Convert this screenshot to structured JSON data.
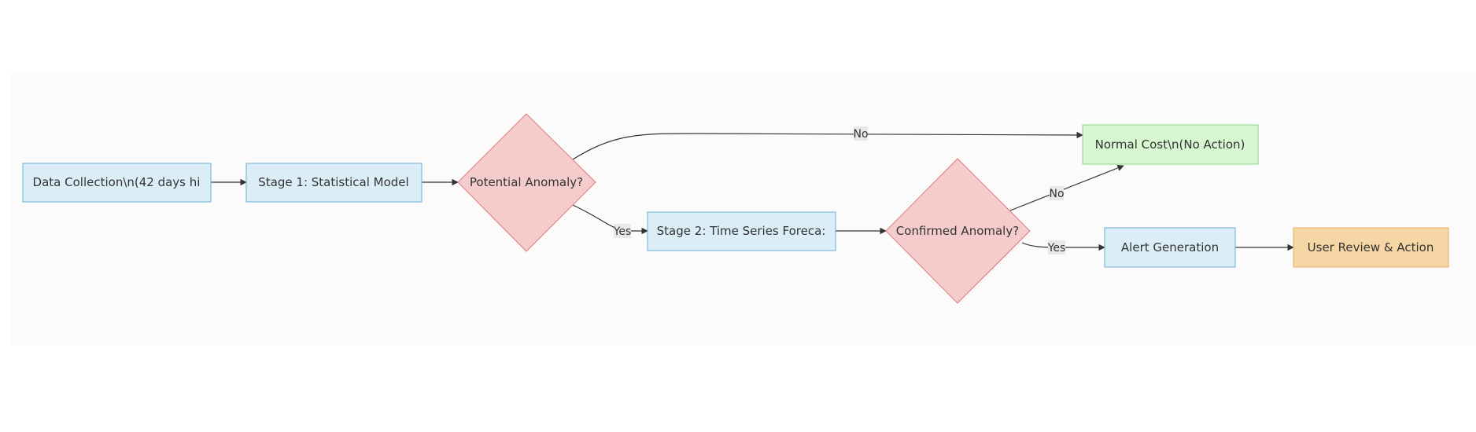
{
  "diagram": {
    "background": "#fbfbfb",
    "nodes": {
      "data_collection": {
        "label": "Data Collection\\n(42 days hi",
        "shape": "rect",
        "fill": "#dbeef7",
        "stroke": "#6aaed6"
      },
      "stage1": {
        "label": "Stage 1: Statistical Model",
        "shape": "rect",
        "fill": "#dbeef7",
        "stroke": "#6aaed6"
      },
      "potential_anomaly": {
        "label": "Potential Anomaly?",
        "shape": "diamond",
        "fill": "#f5cccc",
        "stroke": "#e07a7a"
      },
      "stage2": {
        "label": "Stage 2: Time Series Foreca:",
        "shape": "rect",
        "fill": "#dbeef7",
        "stroke": "#6aaed6"
      },
      "confirmed_anomaly": {
        "label": "Confirmed Anomaly?",
        "shape": "diamond",
        "fill": "#f5cccc",
        "stroke": "#e07a7a"
      },
      "normal_cost": {
        "label": "Normal Cost\\n(No Action)",
        "shape": "rect",
        "fill": "#d6f7cf",
        "stroke": "#8fd18a"
      },
      "alert_generation": {
        "label": "Alert Generation",
        "shape": "rect",
        "fill": "#dbeef7",
        "stroke": "#6aaed6"
      },
      "user_review": {
        "label": "User Review & Action",
        "shape": "rect",
        "fill": "#f7d6a6",
        "stroke": "#e3ad63"
      }
    },
    "edges": {
      "data_to_stage1": {
        "from": "data_collection",
        "to": "stage1",
        "label": ""
      },
      "stage1_to_potential": {
        "from": "stage1",
        "to": "potential_anomaly",
        "label": ""
      },
      "potential_no": {
        "from": "potential_anomaly",
        "to": "normal_cost",
        "label": "No"
      },
      "potential_yes": {
        "from": "potential_anomaly",
        "to": "stage2",
        "label": "Yes"
      },
      "stage2_to_confirmed": {
        "from": "stage2",
        "to": "confirmed_anomaly",
        "label": ""
      },
      "confirmed_no": {
        "from": "confirmed_anomaly",
        "to": "normal_cost",
        "label": "No"
      },
      "confirmed_yes": {
        "from": "confirmed_anomaly",
        "to": "alert_generation",
        "label": "Yes"
      },
      "alert_to_review": {
        "from": "alert_generation",
        "to": "user_review",
        "label": ""
      }
    },
    "edge_color": "#333333",
    "edge_label_background": "#e8e8e8"
  }
}
